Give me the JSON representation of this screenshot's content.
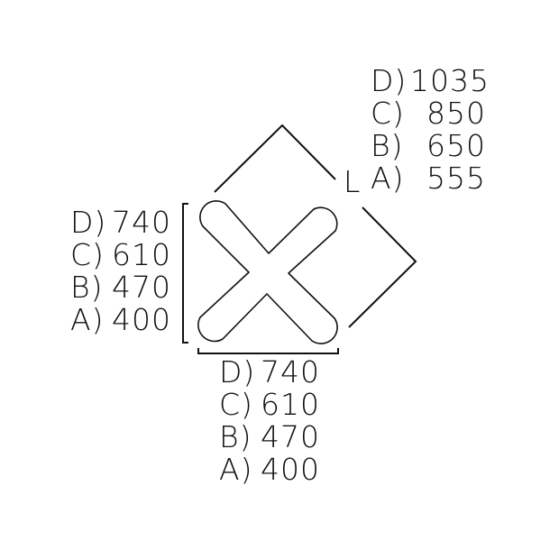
{
  "diagram": {
    "type": "product dimension drawing",
    "shape": "X-shaped (cross) panel with rounded tips",
    "stroke_color": "#111111",
    "background": "#ffffff"
  },
  "diagonal_dimension": {
    "marker": "L",
    "rows": [
      {
        "key": "D)",
        "value": "1035"
      },
      {
        "key": "C)",
        "value": "850"
      },
      {
        "key": "B)",
        "value": "650"
      },
      {
        "key": "A)",
        "value": "555"
      }
    ]
  },
  "height_dimension": {
    "rows": [
      {
        "key": "D)",
        "value": "740"
      },
      {
        "key": "C)",
        "value": "610"
      },
      {
        "key": "B)",
        "value": "470"
      },
      {
        "key": "A)",
        "value": "400"
      }
    ]
  },
  "width_dimension": {
    "rows": [
      {
        "key": "D)",
        "value": "740"
      },
      {
        "key": "C)",
        "value": "610"
      },
      {
        "key": "B)",
        "value": "470"
      },
      {
        "key": "A)",
        "value": "400"
      }
    ]
  }
}
